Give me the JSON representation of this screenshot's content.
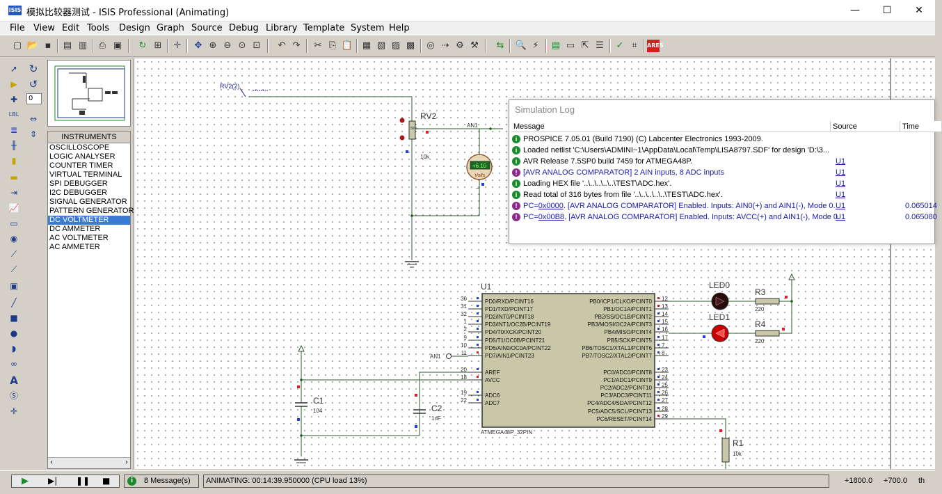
{
  "window": {
    "title": "模拟比较器测试 - ISIS Professional (Animating)",
    "icon_label": "ISIS",
    "minimize": "—",
    "maximize": "☐",
    "close": "✕"
  },
  "menu": [
    "File",
    "View",
    "Edit",
    "Tools",
    "Design",
    "Graph",
    "Source",
    "Debug",
    "Library",
    "Template",
    "System",
    "Help"
  ],
  "rotation": {
    "angle_value": "0"
  },
  "instruments": {
    "header": "INSTRUMENTS",
    "items": [
      "OSCILLOSCOPE",
      "LOGIC ANALYSER",
      "COUNTER TIMER",
      "VIRTUAL TERMINAL",
      "SPI DEBUGGER",
      "I2C DEBUGGER",
      "SIGNAL GENERATOR",
      "PATTERN GENERATOR",
      "DC VOLTMETER",
      "DC AMMETER",
      "AC VOLTMETER",
      "AC AMMETER"
    ],
    "selected_index": 8
  },
  "schematic": {
    "rv2_probe": "RV2(2)",
    "rv2_label": "RV2",
    "rv2_value": "10k",
    "rv2_pct": "56%",
    "an1_label": "AN1",
    "voltmeter_reading": "+6.10",
    "voltmeter_unit": "Volts",
    "u1_label": "U1",
    "u1_part": "ATMEGA48P_32PIN",
    "an1_terminal": "AN1",
    "c1_label": "C1",
    "c1_value": "104",
    "c2_label": "C2",
    "c2_value": "1nF",
    "led0_label": "LED0",
    "led1_label": "LED1",
    "r3_label": "R3",
    "r3_value": "220",
    "r4_label": "R4",
    "r4_value": "220",
    "r1_label": "R1",
    "r1_value": "10k",
    "left_pins": [
      {
        "num": "30",
        "name": "PD0/RXD/PCINT16"
      },
      {
        "num": "31",
        "name": "PD1/TXD/PCINT17"
      },
      {
        "num": "32",
        "name": "PD2/INT0/PCINT18"
      },
      {
        "num": "1",
        "name": "PD3/INT1/OC2B/PCINT19"
      },
      {
        "num": "2",
        "name": "PD4/T0/XCK/PCINT20"
      },
      {
        "num": "9",
        "name": "PD5/T1/OC0B/PCINT21"
      },
      {
        "num": "10",
        "name": "PD6/AIN0/OC0A/PCINT22"
      },
      {
        "num": "11",
        "name": "PD7/AIN1/PCINT23"
      },
      {
        "num": "20",
        "name": "AREF"
      },
      {
        "num": "18",
        "name": "AVCC"
      },
      {
        "num": "19",
        "name": "ADC6"
      },
      {
        "num": "22",
        "name": "ADC7"
      }
    ],
    "right_pins": [
      {
        "num": "12",
        "name": "PB0/ICP1/CLKO/PCINT0"
      },
      {
        "num": "13",
        "name": "PB1/OC1A/PCINT1"
      },
      {
        "num": "14",
        "name": "PB2/SS/OC1B/PCINT2"
      },
      {
        "num": "15",
        "name": "PB3/MOSI/OC2A/PCINT3"
      },
      {
        "num": "16",
        "name": "PB4/MISO/PCINT4"
      },
      {
        "num": "17",
        "name": "PB5/SCK/PCINT5"
      },
      {
        "num": "7",
        "name": "PB6/TOSC1/XTAL1/PCINT6"
      },
      {
        "num": "8",
        "name": "PB7/TOSC2/XTAL2/PCINT7"
      },
      {
        "num": "23",
        "name": "PC0/ADC0/PCINT8"
      },
      {
        "num": "24",
        "name": "PC1/ADC1/PCINT9"
      },
      {
        "num": "25",
        "name": "PC2/ADC2/PCINT10"
      },
      {
        "num": "26",
        "name": "PC3/ADC3/PCINT11"
      },
      {
        "num": "27",
        "name": "PC4/ADC4/SDA/PCINT12"
      },
      {
        "num": "28",
        "name": "PC5/ADC5/SCL/PCINT13"
      },
      {
        "num": "29",
        "name": "PC6/RESET/PCINT14"
      }
    ]
  },
  "simulation_log": {
    "title": "Simulation Log",
    "columns": [
      "Message",
      "Source",
      "Time"
    ],
    "rows": [
      {
        "type": "info",
        "message": "PROSPICE 7.05.01 (Build 7190) (C) Labcenter Electronics 1993-2009.",
        "source": "",
        "time": ""
      },
      {
        "type": "info",
        "message": "Loaded netlist 'C:\\Users\\ADMINI~1\\AppData\\Local\\Temp\\LISA8797.SDF' for design 'D:\\3...",
        "source": "",
        "time": ""
      },
      {
        "type": "info",
        "message": "AVR Release 7.5SP0 build 7459 for ATMEGA48P.",
        "source": "U1",
        "time": ""
      },
      {
        "type": "warn",
        "message": "[AVR ANALOG COMPARATOR] 2 AIN inputs, 8 ADC inputs",
        "source": "U1",
        "time": ""
      },
      {
        "type": "info",
        "message": "Loading HEX file '..\\..\\..\\..\\..\\TEST\\ADC.hex'.",
        "source": "U1",
        "time": ""
      },
      {
        "type": "info",
        "message": "Read total of 316 bytes from file '..\\..\\..\\..\\..\\TEST\\ADC.hex'.",
        "source": "U1",
        "time": ""
      },
      {
        "type": "warn",
        "pc_prefix": "PC=",
        "pc": "0x0000",
        "message": ". [AVR ANALOG COMPARATOR] Enabled. Inputs: AIN0(+) and AIN1(-), Mode 0.",
        "source": "U1",
        "time": "0.065014"
      },
      {
        "type": "warn",
        "pc_prefix": "PC=",
        "pc": "0x00B8",
        "message": ". [AVR ANALOG COMPARATOR] Enabled. Inputs: AVCC(+) and AIN1(-), Mode 0.",
        "source": "U1",
        "time": "0.065080"
      }
    ]
  },
  "status": {
    "messages": "8 Message(s)",
    "animating": "ANIMATING: 00:14:39.950000 (CPU load 13%)",
    "coord_x": "+1800.0",
    "coord_y": "+700.0",
    "units": "th"
  },
  "colors": {
    "selection": "#3a7bd5",
    "wire": "#2a7a2a",
    "component_body": "#c8c8a8",
    "pin_high": "#e02020",
    "pin_low": "#2040e0",
    "led_red": "#cc0000"
  }
}
